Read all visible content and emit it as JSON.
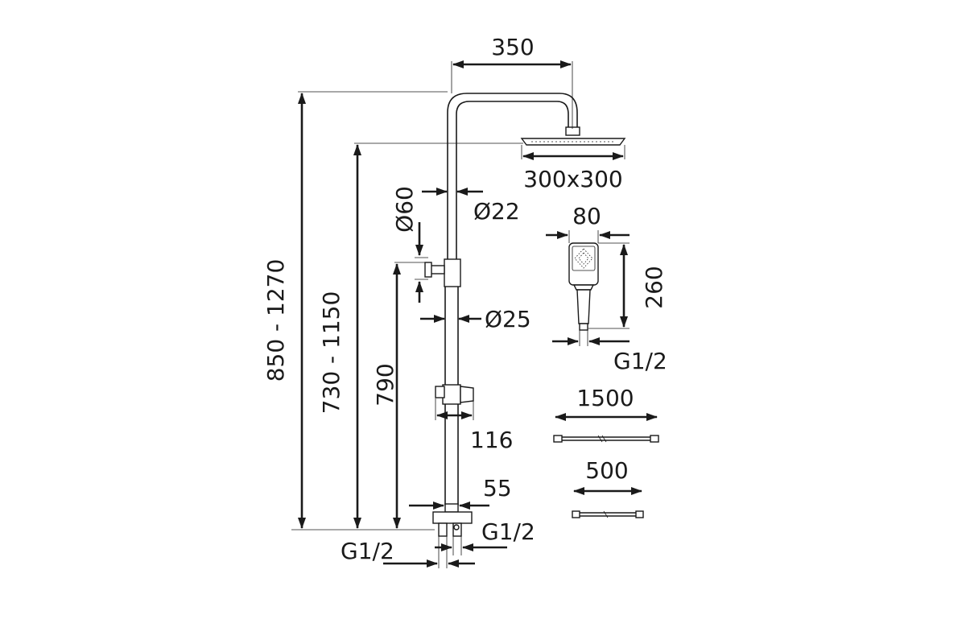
{
  "dimensions": {
    "width_top": "350",
    "height_total": "850 - 1270",
    "height_head": "730 - 1150",
    "height_holder": "790",
    "head_size": "300x300",
    "pipe_upper_diameter": "Ø22",
    "holder_diameter": "Ø60",
    "pipe_lower_diameter": "Ø25",
    "slider_width": "116",
    "valve_width": "55",
    "thread_right": "G1/2",
    "thread_left": "G1/2",
    "hand_width": "80",
    "hand_length": "260",
    "hand_thread": "G1/2",
    "hose_long": "1500",
    "hose_short": "500"
  },
  "colors": {
    "line": "#1a1a1a",
    "background": "#ffffff"
  }
}
